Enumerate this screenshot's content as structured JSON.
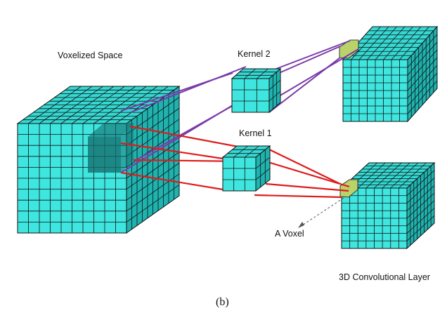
{
  "labels": {
    "voxelized_space": "Voxelized Space",
    "kernel_2": "Kernel 2",
    "kernel_1": "Kernel 1",
    "a_voxel": "A Voxel",
    "conv_layer": "3D Convolutional Layer"
  },
  "caption": "(b)",
  "colors": {
    "cube_front": "#3fe6df",
    "cube_top": "#35d8d2",
    "cube_side": "#1fb3b0",
    "grid": "#111111",
    "kernel2_lines": "#7a3aa8",
    "kernel1_lines": "#e01b1b",
    "highlight_region": "#136b6b",
    "voxel_highlight": "#b9d36a",
    "dashed_arrow": "#555555"
  }
}
